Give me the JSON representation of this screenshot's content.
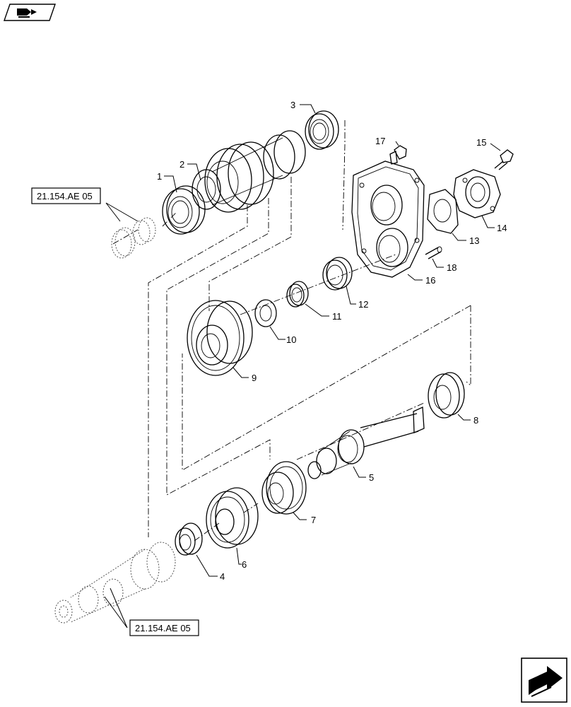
{
  "header": {
    "icon": "manual-book-icon"
  },
  "footer": {
    "icon": "next-page-arrow-icon"
  },
  "references": [
    {
      "id": "ref-top",
      "label": "21.154.AE 05"
    },
    {
      "id": "ref-bottom",
      "label": "21.154.AE 05"
    }
  ],
  "callouts": [
    "1",
    "2",
    "3",
    "4",
    "5",
    "6",
    "7",
    "8",
    "9",
    "10",
    "11",
    "12",
    "13",
    "14",
    "15",
    "16",
    "17",
    "18"
  ]
}
